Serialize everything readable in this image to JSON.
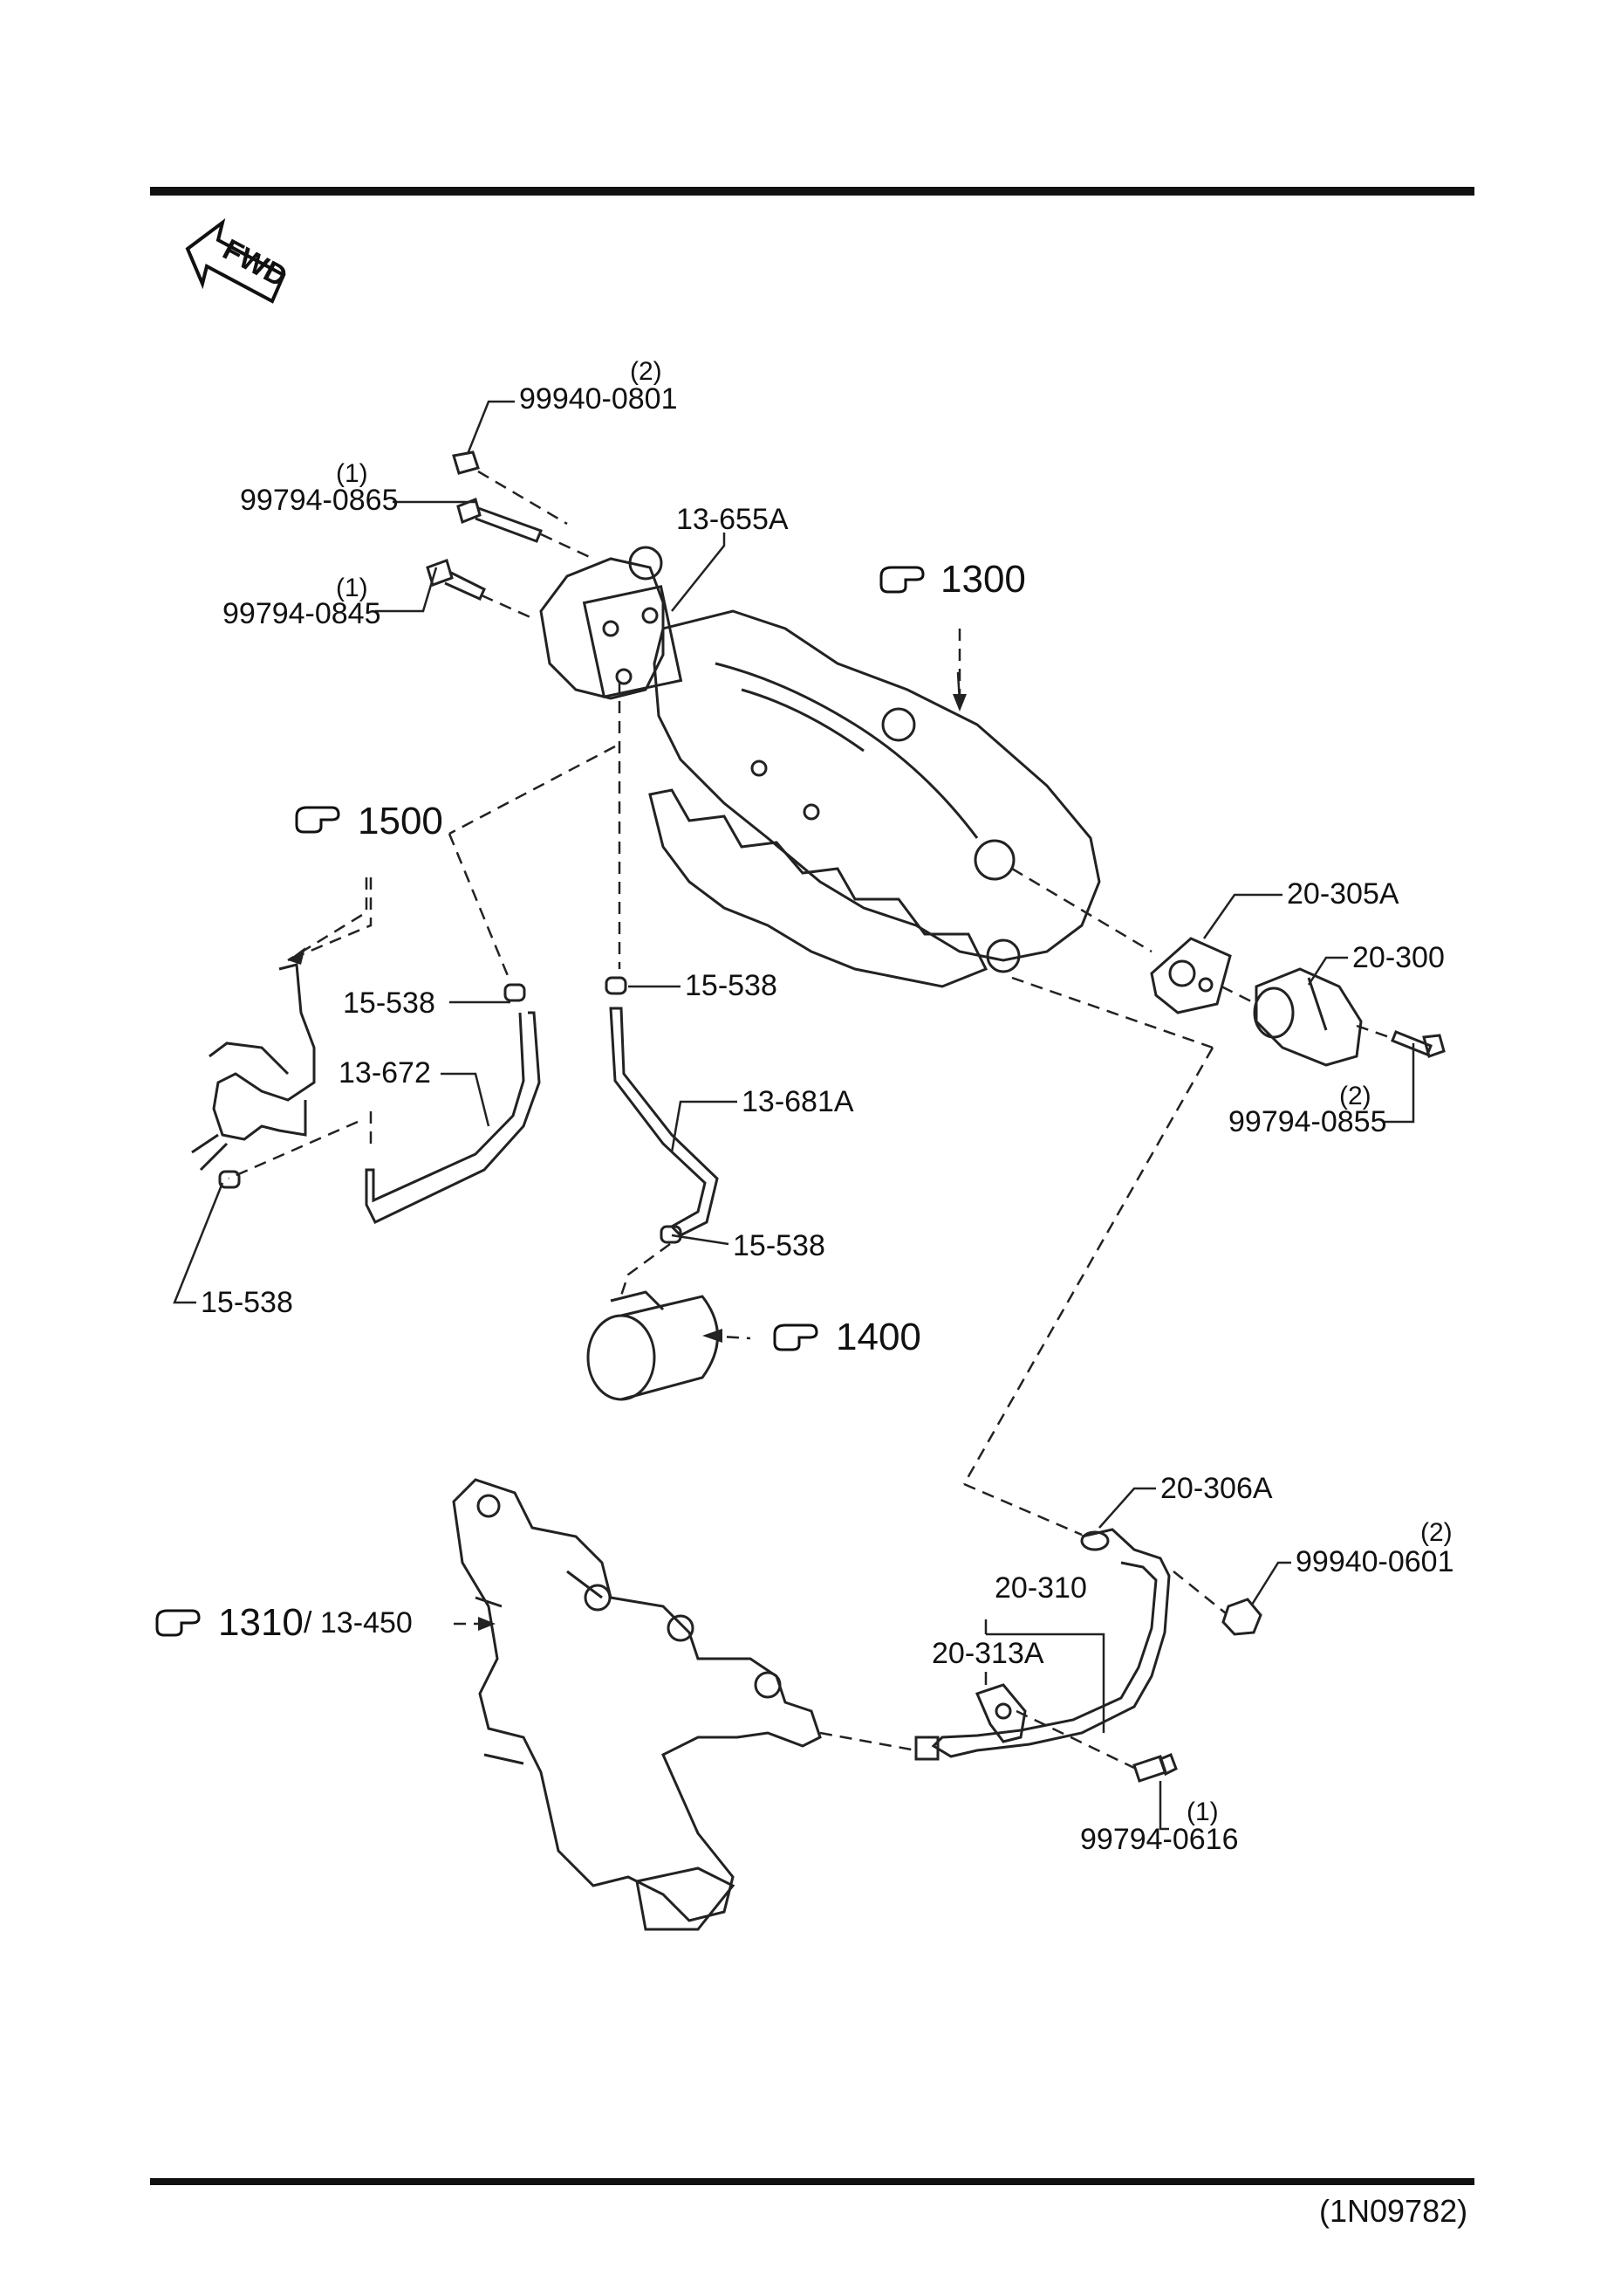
{
  "fwd_label": "FWD",
  "diagram_code": "(1N09782)",
  "refs": {
    "r1300": "1300",
    "r1500": "1500",
    "r1400": "1400",
    "r1310": "1310",
    "r1310_sub": "/ 13-450"
  },
  "parts": {
    "p99940_0801": {
      "num": "99940-0801",
      "qty": "(2)"
    },
    "p99794_0865": {
      "num": "99794-0865",
      "qty": "(1)"
    },
    "p99794_0845": {
      "num": "99794-0845",
      "qty": "(1)"
    },
    "p13_655A": {
      "num": "13-655A"
    },
    "p20_305A": {
      "num": "20-305A"
    },
    "p20_300": {
      "num": "20-300"
    },
    "p99794_0855": {
      "num": "99794-0855",
      "qty": "(2)"
    },
    "p15_538_a": {
      "num": "15-538"
    },
    "p15_538_b": {
      "num": "15-538"
    },
    "p15_538_c": {
      "num": "15-538"
    },
    "p15_538_d": {
      "num": "15-538"
    },
    "p13_672": {
      "num": "13-672"
    },
    "p13_681A": {
      "num": "13-681A"
    },
    "p20_306A": {
      "num": "20-306A"
    },
    "p99940_0601": {
      "num": "99940-0601",
      "qty": "(2)"
    },
    "p20_310": {
      "num": "20-310"
    },
    "p20_313A": {
      "num": "20-313A"
    },
    "p99794_0616": {
      "num": "99794-0616",
      "qty": "(1)"
    }
  }
}
